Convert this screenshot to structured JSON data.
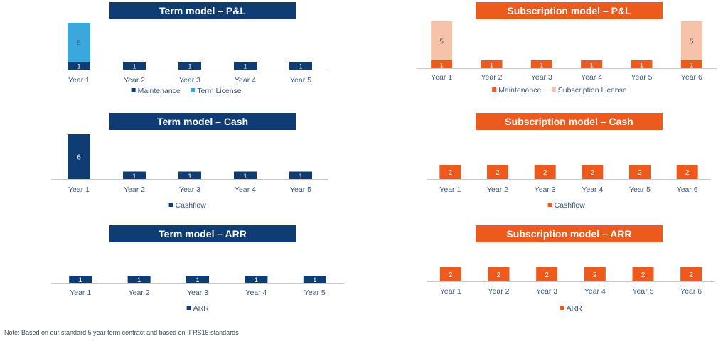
{
  "colors": {
    "term_dark": "#0f3d73",
    "term_light": "#3aa8dc",
    "sub_dark": "#ec5a1e",
    "sub_light": "#f6c3a8",
    "axis": "#c9c9c9",
    "label": "#3d5a80"
  },
  "note": "Note: Based on our standard 5 year term contract and based on IFRS15 standards",
  "chart_data": [
    {
      "id": "term-pl",
      "type": "bar",
      "stacked": true,
      "title": "Term model – P&L",
      "categories": [
        "Year 1",
        "Year 2",
        "Year 3",
        "Year 4",
        "Year 5"
      ],
      "series": [
        {
          "name": "Maintenance",
          "values": [
            1,
            1,
            1,
            1,
            1
          ],
          "color": "#0f3d73"
        },
        {
          "name": "Term License",
          "values": [
            5,
            0,
            0,
            0,
            0
          ],
          "color": "#3aa8dc"
        }
      ],
      "legend": "bottom"
    },
    {
      "id": "sub-pl",
      "type": "bar",
      "stacked": true,
      "title": "Subscription model – P&L",
      "categories": [
        "Year 1",
        "Year 2",
        "Year 3",
        "Year 4",
        "Year 5",
        "Year 6"
      ],
      "series": [
        {
          "name": "Maintenance",
          "values": [
            1,
            1,
            1,
            1,
            1,
            1
          ],
          "color": "#ec5a1e"
        },
        {
          "name": "Subscription License",
          "values": [
            5,
            0,
            0,
            0,
            0,
            5
          ],
          "color": "#f6c3a8"
        }
      ],
      "legend": "bottom"
    },
    {
      "id": "term-cash",
      "type": "bar",
      "title": "Term model – Cash",
      "categories": [
        "Year 1",
        "Year 2",
        "Year 3",
        "Year 4",
        "Year 5"
      ],
      "series": [
        {
          "name": "Cashflow",
          "values": [
            6,
            1,
            1,
            1,
            1
          ],
          "color": "#0f3d73"
        }
      ],
      "legend": "bottom"
    },
    {
      "id": "sub-cash",
      "type": "bar",
      "title": "Subscription model – Cash",
      "categories": [
        "Year 1",
        "Year 2",
        "Year 3",
        "Year 4",
        "Year 5",
        "Year 6"
      ],
      "series": [
        {
          "name": "Cashflow",
          "values": [
            2,
            2,
            2,
            2,
            2,
            2
          ],
          "color": "#ec5a1e"
        }
      ],
      "legend": "bottom"
    },
    {
      "id": "term-arr",
      "type": "bar",
      "title": "Term model – ARR",
      "categories": [
        "Year 1",
        "Year 2",
        "Year 3",
        "Year 4",
        "Year 5"
      ],
      "series": [
        {
          "name": "ARR",
          "values": [
            1,
            1,
            1,
            1,
            1
          ],
          "color": "#0f3d73"
        }
      ],
      "legend": "bottom"
    },
    {
      "id": "sub-arr",
      "type": "bar",
      "title": "Subscription model – ARR",
      "categories": [
        "Year 1",
        "Year 2",
        "Year 3",
        "Year 4",
        "Year 5",
        "Year 6"
      ],
      "series": [
        {
          "name": "ARR",
          "values": [
            2,
            2,
            2,
            2,
            2,
            2
          ],
          "color": "#ec5a1e"
        }
      ],
      "legend": "bottom"
    }
  ]
}
